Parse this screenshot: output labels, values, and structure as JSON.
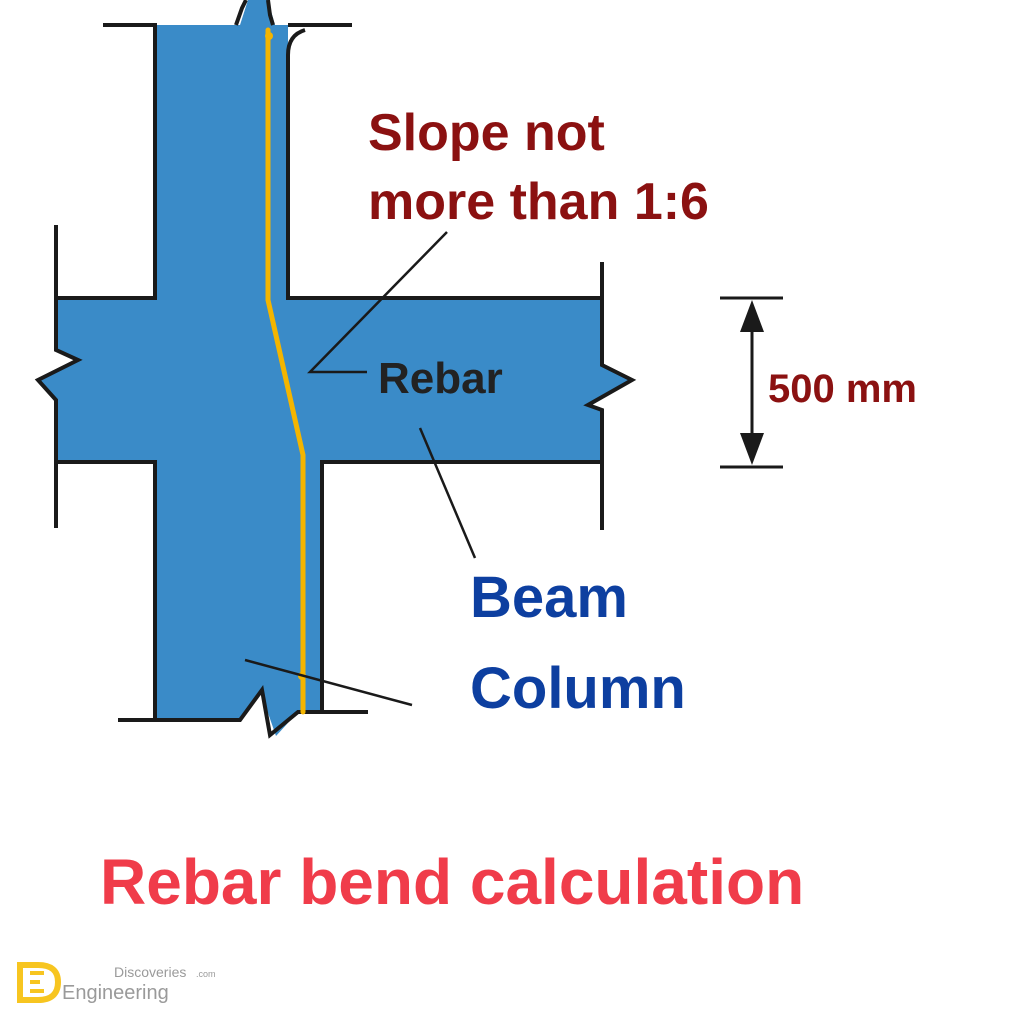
{
  "labels": {
    "slope_line1": "Slope not",
    "slope_line2": "more than 1:6",
    "rebar": "Rebar",
    "dimension": "500 mm",
    "beam": "Beam",
    "column": "Column",
    "caption": "Rebar bend calculation"
  },
  "logo": {
    "name_top": "Discoveries",
    "name_suffix": ".com",
    "name_bottom": "Engineering"
  },
  "colors": {
    "concrete": "#3a8bc8",
    "rebar": "#f4b500",
    "outline": "#1a1a1a",
    "dark_red": "#8b1111",
    "beam_column_blue": "#0d3fa0",
    "caption_red": "#f03c4a",
    "rebar_label": "#222222",
    "logo_yellow": "#f7c520",
    "logo_gray": "#9a9a9a"
  }
}
